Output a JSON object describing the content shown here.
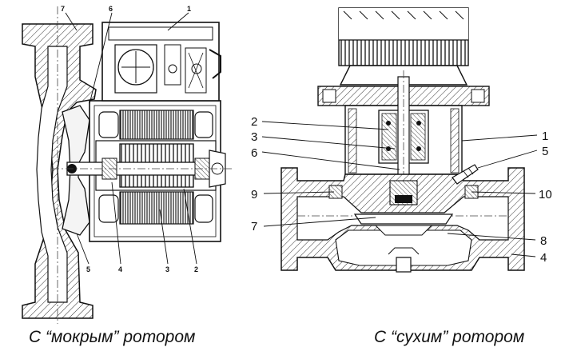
{
  "wet_rotor": {
    "caption": "С “мокрым” ротором",
    "labels": [
      {
        "id": "7",
        "text": "7"
      },
      {
        "id": "6",
        "text": "6"
      },
      {
        "id": "1",
        "text": "1"
      },
      {
        "id": "5",
        "text": "5"
      },
      {
        "id": "4",
        "text": "4"
      },
      {
        "id": "3",
        "text": "3"
      },
      {
        "id": "2",
        "text": "2"
      }
    ]
  },
  "dry_rotor": {
    "caption": "С “сухим” ротором",
    "labels": [
      {
        "id": "2",
        "text": "2"
      },
      {
        "id": "3",
        "text": "3"
      },
      {
        "id": "6",
        "text": "6"
      },
      {
        "id": "9",
        "text": "9"
      },
      {
        "id": "7",
        "text": "7"
      },
      {
        "id": "1",
        "text": "1"
      },
      {
        "id": "5",
        "text": "5"
      },
      {
        "id": "10",
        "text": "10"
      },
      {
        "id": "8",
        "text": "8"
      },
      {
        "id": "4",
        "text": "4"
      }
    ]
  }
}
